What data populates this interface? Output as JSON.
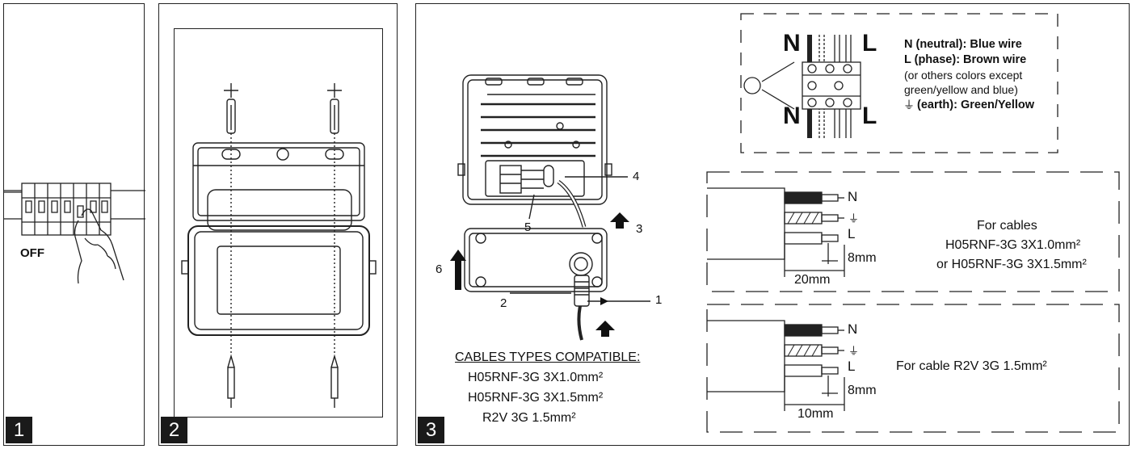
{
  "panels": [
    {
      "number": "1",
      "off_label": "OFF"
    },
    {
      "number": "2"
    },
    {
      "number": "3"
    }
  ],
  "callouts": [
    "1",
    "2",
    "3",
    "4",
    "5",
    "6"
  ],
  "wiring": {
    "n_label": "N",
    "l_label": "L",
    "earth_symbol": "⏚",
    "legend_neutral": "N (neutral): Blue wire",
    "legend_phase": "L (phase): Brown wire",
    "legend_phase_note1": "(or others colors except",
    "legend_phase_note2": "green/yellow and blue)",
    "legend_earth": "(earth): Green/Yellow"
  },
  "strip1": {
    "n": "N",
    "l": "L",
    "earth": "⏚",
    "strip_length": "8mm",
    "jacket_length": "20mm",
    "text1": "For cables",
    "text2": "H05RNF-3G 3X1.0mm²",
    "text3": "or H05RNF-3G 3X1.5mm²"
  },
  "strip2": {
    "n": "N",
    "l": "L",
    "earth": "⏚",
    "strip_length": "8mm",
    "jacket_length": "10mm",
    "text1": "For cable R2V 3G 1.5mm²"
  },
  "cables": {
    "heading": "CABLES TYPES COMPATIBLE:",
    "items": [
      "H05RNF-3G 3X1.0mm²",
      "H05RNF-3G 3X1.5mm²",
      "R2V 3G 1.5mm²"
    ]
  },
  "colors": {
    "line": "#222222",
    "panel_number_bg": "#1a1a1a"
  }
}
